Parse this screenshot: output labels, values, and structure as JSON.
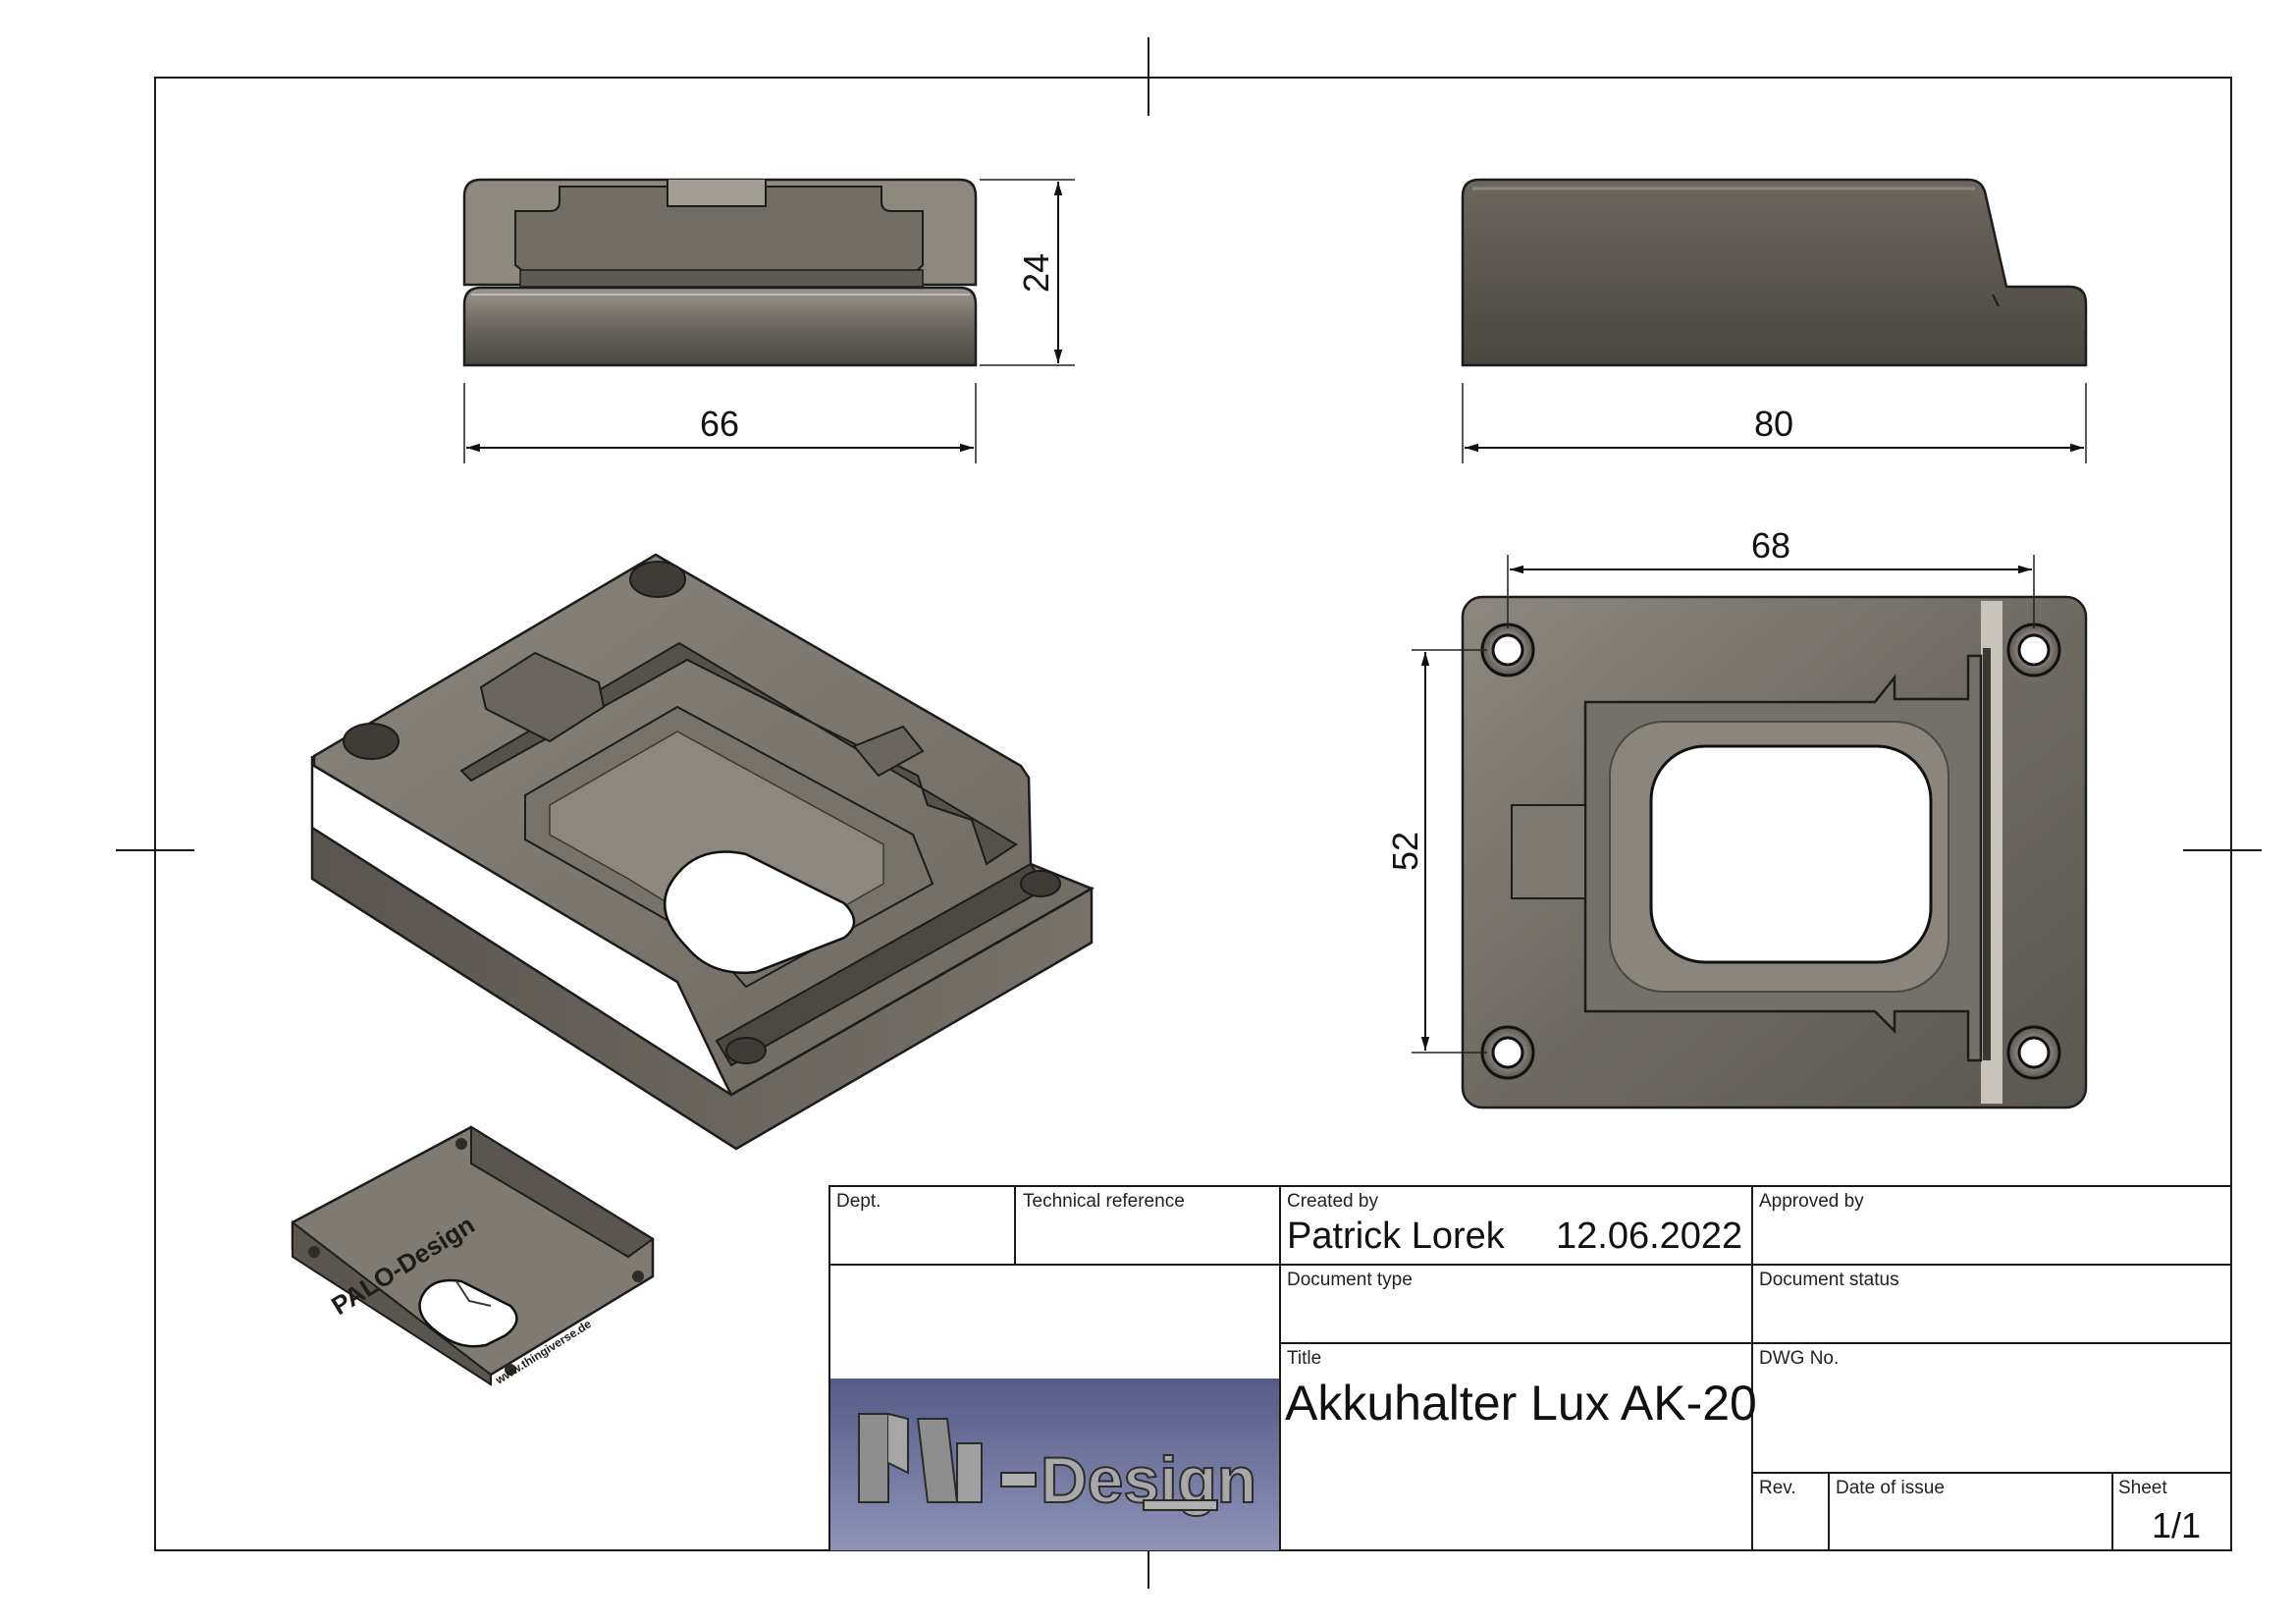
{
  "dimensions": {
    "front_width": "66",
    "front_height": "24",
    "side_length": "80",
    "top_hole_spacing_x": "68",
    "top_hole_spacing_y": "52"
  },
  "title_block": {
    "dept_label": "Dept.",
    "dept_value": "",
    "tech_ref_label": "Technical reference",
    "tech_ref_value": "",
    "created_by_label": "Created by",
    "created_by_value": "Patrick Lorek",
    "created_date": "12.06.2022",
    "approved_by_label": "Approved by",
    "approved_by_value": "",
    "doc_type_label": "Document type",
    "doc_type_value": "",
    "doc_status_label": "Document status",
    "doc_status_value": "",
    "title_label": "Title",
    "title_value": "Akkuhalter Lux AK-20",
    "dwg_no_label": "DWG No.",
    "dwg_no_value": "",
    "rev_label": "Rev.",
    "rev_value": "",
    "date_issue_label": "Date of issue",
    "date_issue_value": "",
    "sheet_label": "Sheet",
    "sheet_value": "1/1"
  },
  "logo": {
    "text_a": "PALO",
    "text_b": "Design",
    "colors": {
      "bg_top": "#5a5f8a",
      "bg_bottom": "#8c90b4",
      "letters": "#9a9a9a"
    }
  },
  "detail_view_engraving": {
    "brand": "PALO-Design",
    "url": "www.thingiverse.de"
  },
  "colors": {
    "part_dark": "#545049",
    "part_mid": "#7d786f",
    "part_light": "#b3ada3",
    "edge": "#1c1c1c",
    "frame": "#1a1a1a"
  }
}
